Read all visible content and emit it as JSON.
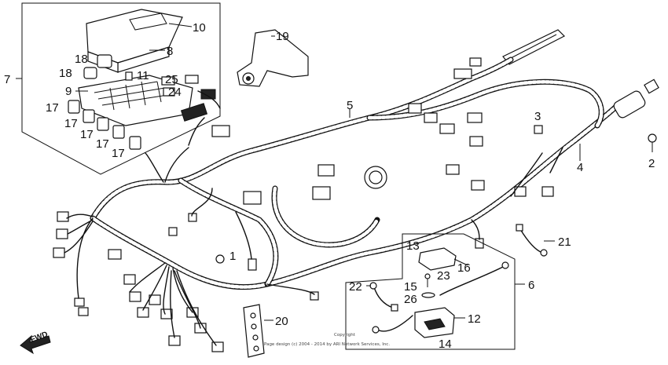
{
  "callouts": {
    "c1": "1",
    "c2": "2",
    "c3": "3",
    "c4": "4",
    "c5": "5",
    "c6": "6",
    "c7": "7",
    "c8": "8",
    "c9": "9",
    "c10": "10",
    "c11": "11",
    "c12": "12",
    "c13": "13",
    "c14": "14",
    "c15": "15",
    "c16": "16",
    "c17": "17",
    "c18": "18",
    "c19": "19",
    "c20": "20",
    "c21": "21",
    "c22": "22",
    "c23": "23",
    "c24": "24",
    "c25": "25",
    "c26": "26"
  },
  "direction_label": "FWD",
  "copyright_line1": "Copyright",
  "copyright_line2": "Page design (c) 2004 - 2014 by ARI Network Services, Inc."
}
